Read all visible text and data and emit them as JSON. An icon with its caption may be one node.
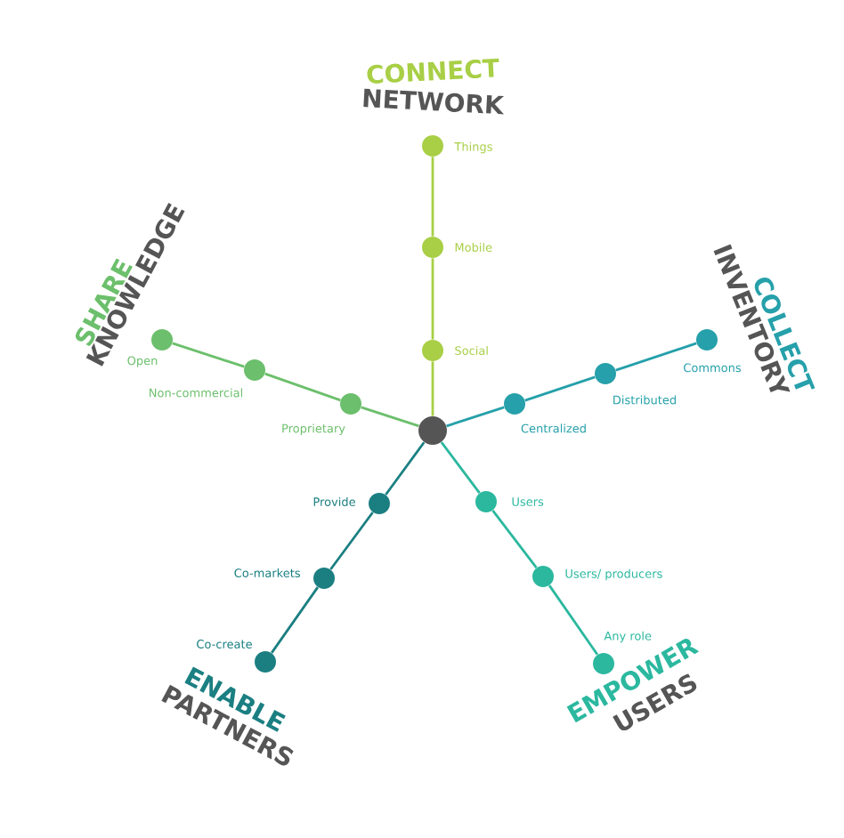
{
  "diagram": {
    "nodes": [
      {
        "text": [],
        "shape": "circle"
      },
      {
        "text": [],
        "shape": "circle",
        "beside": [
          "Social"
        ]
      },
      {
        "text": [],
        "shape": "circle",
        "beside": [
          "Mobile"
        ]
      },
      {
        "text": [],
        "shape": "circle",
        "beside": [
          "Things"
        ]
      },
      {
        "text": [],
        "shape": "circle",
        "beside": [
          "Proprietary"
        ]
      },
      {
        "text": [],
        "shape": "circle",
        "beside": [
          "Non-commercial"
        ]
      },
      {
        "text": [],
        "shape": "circle",
        "beside": [
          "Open"
        ]
      },
      {
        "text": [],
        "shape": "circle",
        "beside": [
          "Centralized"
        ]
      },
      {
        "text": [],
        "shape": "circle",
        "beside": [
          "Distributed"
        ]
      },
      {
        "text": [],
        "shape": "circle",
        "beside": [
          "Commons"
        ]
      },
      {
        "text": [],
        "shape": "circle",
        "beside": [
          "Provide"
        ]
      },
      {
        "text": [],
        "shape": "circle",
        "beside": [
          "Co-markets"
        ]
      },
      {
        "text": [],
        "shape": "circle",
        "beside": [
          "Co-create"
        ]
      },
      {
        "text": [],
        "shape": "circle",
        "beside": [
          "Users"
        ]
      },
      {
        "text": [],
        "shape": "circle",
        "beside": [
          "Users/ producers"
        ]
      },
      {
        "text": [],
        "shape": "circle",
        "beside": [
          "Any role"
        ]
      }
    ],
    "edges": [
      {
        "from": 0,
        "to": 1,
        "arrow": "none",
        "color": "#a8cf45"
      },
      {
        "from": 1,
        "to": 2,
        "arrow": "none",
        "color": "#a8cf45"
      },
      {
        "from": 2,
        "to": 3,
        "arrow": "none",
        "color": "#a8cf45"
      },
      {
        "from": 0,
        "to": 4,
        "arrow": "none",
        "color": "#6cbf6c"
      },
      {
        "from": 4,
        "to": 5,
        "arrow": "none",
        "color": "#6cbf6c"
      },
      {
        "from": 5,
        "to": 6,
        "arrow": "none",
        "color": "#6cbf6c"
      },
      {
        "from": 0,
        "to": 7,
        "arrow": "none",
        "color": "#26a0aa"
      },
      {
        "from": 7,
        "to": 8,
        "arrow": "none",
        "color": "#26a0aa"
      },
      {
        "from": 8,
        "to": 9,
        "arrow": "none",
        "color": "#26a0aa"
      },
      {
        "from": 0,
        "to": 10,
        "arrow": "none",
        "color": "#1b7f82"
      },
      {
        "from": 10,
        "to": 11,
        "arrow": "none",
        "color": "#1b7f82"
      },
      {
        "from": 11,
        "to": 12,
        "arrow": "none",
        "color": "#1b7f82"
      },
      {
        "from": 0,
        "to": 13,
        "arrow": "none",
        "color": "#2bb89f"
      },
      {
        "from": 13,
        "to": 14,
        "arrow": "none",
        "color": "#2bb89f"
      },
      {
        "from": 14,
        "to": 15,
        "arrow": "none",
        "color": "#2bb89f"
      }
    ],
    "labels": [
      "CONNECT",
      "NETWORK",
      "SHARE",
      "KNOWLEDGE",
      "COLLECT",
      "INVENTORY",
      "ENABLE",
      "PARTNERS",
      "EMPOWER",
      "USERS"
    ]
  }
}
